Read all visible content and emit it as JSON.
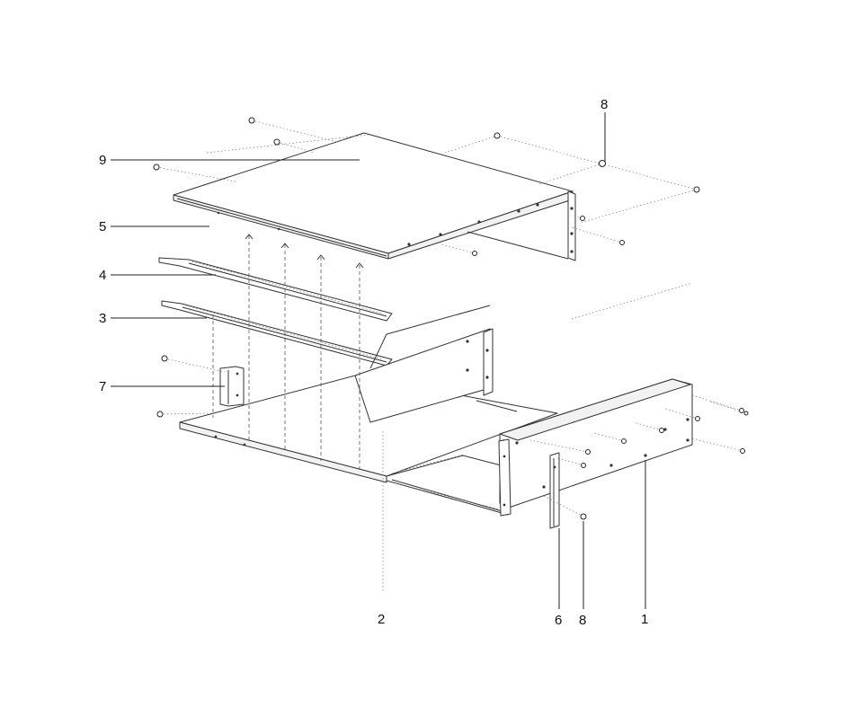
{
  "callouts": [
    {
      "id": "1",
      "text": "1"
    },
    {
      "id": "2",
      "text": "2"
    },
    {
      "id": "3",
      "text": "3"
    },
    {
      "id": "4",
      "text": "4"
    },
    {
      "id": "5",
      "text": "5"
    },
    {
      "id": "6",
      "text": "6"
    },
    {
      "id": "7",
      "text": "7"
    },
    {
      "id": "8a",
      "text": "8"
    },
    {
      "id": "8b",
      "text": "8"
    },
    {
      "id": "9",
      "text": "9"
    }
  ],
  "colors": {
    "line": "#333333",
    "background": "#ffffff",
    "shade": "#f2f2f2"
  }
}
